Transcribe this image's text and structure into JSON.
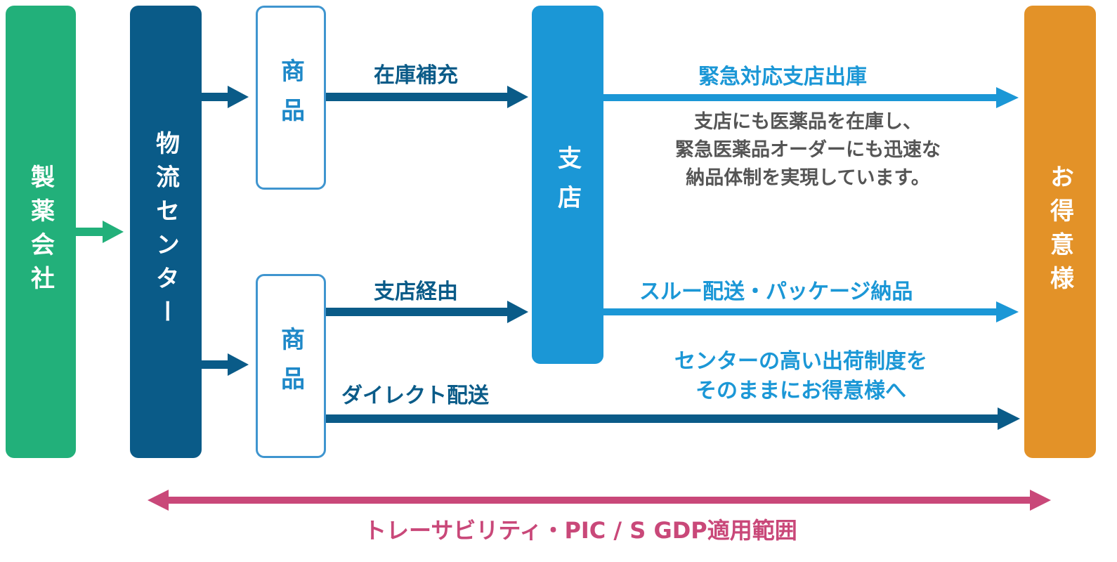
{
  "nodes": {
    "maker": "製薬会社",
    "center": "物流センター",
    "branch": "支店",
    "customer": "お得意様",
    "product_top": "商品",
    "product_bottom": "商品"
  },
  "flows": {
    "restock": "在庫補充",
    "via_branch": "支店経由",
    "direct": "ダイレクト配送",
    "emergency": "緊急対応支店出庫",
    "through": "スルー配送・パッケージ納品"
  },
  "emergency_desc": "支店にも医薬品を在庫し、\n緊急医薬品オーダーにも迅速な\n納品体制を実現しています。",
  "direct_note": "センターの高い出荷制度を\nそのままにお得意様へ",
  "scope": "トレーサビリティ・PIC / S GDP適用範囲",
  "colors": {
    "maker": "#22b07a",
    "center": "#0a5b88",
    "branch": "#1b97d6",
    "customer": "#e39228",
    "scope": "#c94879"
  }
}
